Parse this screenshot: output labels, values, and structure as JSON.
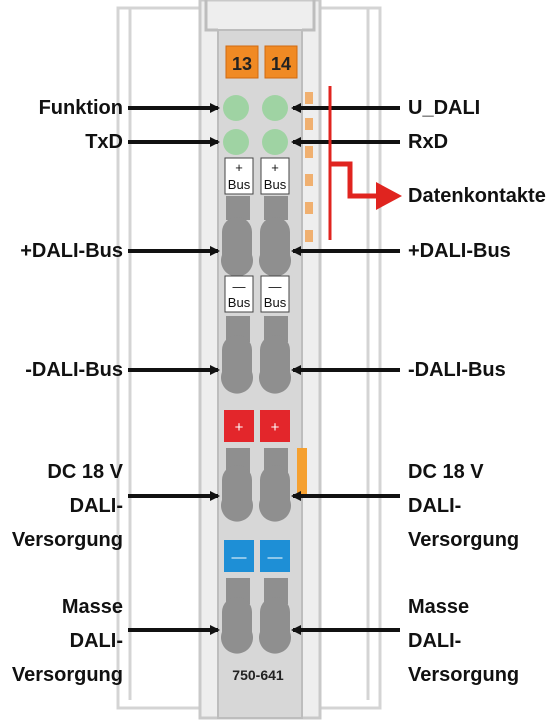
{
  "module": {
    "terminal_numbers": [
      "13",
      "14"
    ],
    "part_number": "750-641",
    "bus_plus_label": "+\nBus",
    "bus_minus_label": "—\nBus",
    "plus_sign": "+",
    "minus_sign": "—",
    "colors": {
      "housing": "#d7d7d7",
      "outline": "#c8c8c8",
      "led_green": "#9fd3a3",
      "terminal_orange": "#f08a24",
      "plus_red": "#e3262b",
      "minus_blue": "#1e8fd6",
      "contact_gray": "#8f8f8f",
      "datenkontakte_red": "#e0241f"
    }
  },
  "labels_left": {
    "funktion": "Funktion",
    "txd": "TxD",
    "plus_dali_bus": "+DALI-Bus",
    "minus_dali_bus": "-DALI-Bus",
    "dc_line1": "DC 18 V",
    "dc_line2": "DALI-",
    "dc_line3": "Versorgung",
    "masse_line1": "Masse",
    "masse_line2": "DALI-",
    "masse_line3": "Versorgung"
  },
  "labels_right": {
    "u_dali": "U_DALI",
    "rxd": "RxD",
    "datenkontakte": "Datenkontakte",
    "plus_dali_bus": "+DALI-Bus",
    "minus_dali_bus": "-DALI-Bus",
    "dc_line1": "DC 18 V",
    "dc_line2": "DALI-",
    "dc_line3": "Versorgung",
    "masse_line1": "Masse",
    "masse_line2": "DALI-",
    "masse_line3": "Versorgung"
  }
}
